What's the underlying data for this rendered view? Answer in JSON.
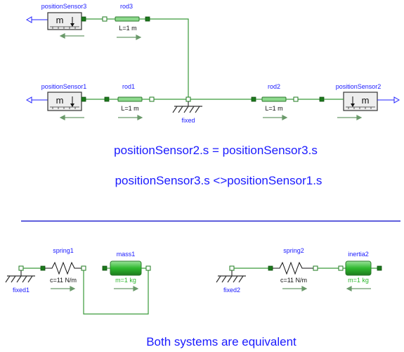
{
  "top": {
    "sensor3": {
      "name": "positionSensor3",
      "glyph": "m"
    },
    "rod3": {
      "name": "rod3",
      "param": "L=1 m"
    },
    "sensor1": {
      "name": "positionSensor1",
      "glyph": "m"
    },
    "rod1": {
      "name": "rod1",
      "param": "L=1 m"
    },
    "fixed": {
      "name": "fixed"
    },
    "rod2": {
      "name": "rod2",
      "param": "L=1 m"
    },
    "sensor2": {
      "name": "positionSensor2",
      "glyph": "m"
    },
    "statement1": "positionSensor2.s = positionSensor3.s",
    "statement2": "positionSensor3.s <>positionSensor1.s"
  },
  "bottom": {
    "fixed1": {
      "name": "fixed1"
    },
    "spring1": {
      "name": "spring1",
      "param": "c=11 N/m"
    },
    "mass1": {
      "name": "mass1",
      "param": "m=1 kg"
    },
    "fixed2": {
      "name": "fixed2"
    },
    "spring2": {
      "name": "spring2",
      "param": "c=11 N/m"
    },
    "inertia2": {
      "name": "inertia2",
      "param": "m=1 kg"
    },
    "caption": "Both systems are equivalent"
  },
  "colors": {
    "label_blue": "#1a1aff",
    "wire_green": "#3a9a3a",
    "param_green": "#2eb82e",
    "divider_blue": "#2a2ad0"
  }
}
